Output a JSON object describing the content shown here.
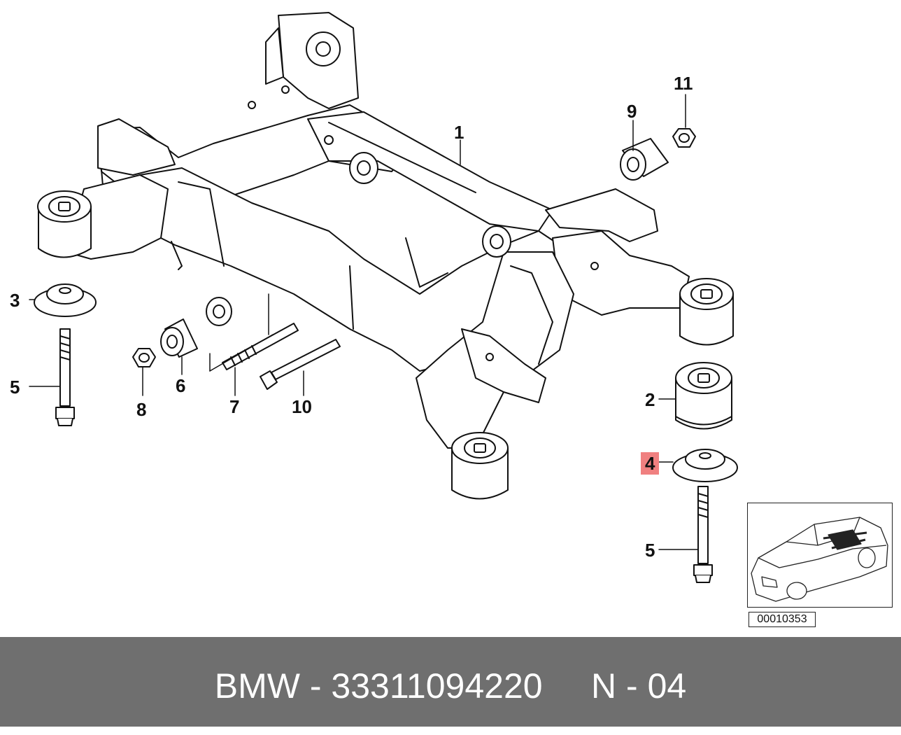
{
  "callouts": {
    "c1": "1",
    "c2": "2",
    "c3": "3",
    "c4": "4",
    "c5a": "5",
    "c5b": "5",
    "c6": "6",
    "c7": "7",
    "c8": "8",
    "c9": "9",
    "c10": "10",
    "c11": "11"
  },
  "highlight_color": "#f08080",
  "reference_code": "00010353",
  "footer": {
    "text": "BMW - 33311094220     N - 04",
    "background": "#6f6f6f"
  }
}
